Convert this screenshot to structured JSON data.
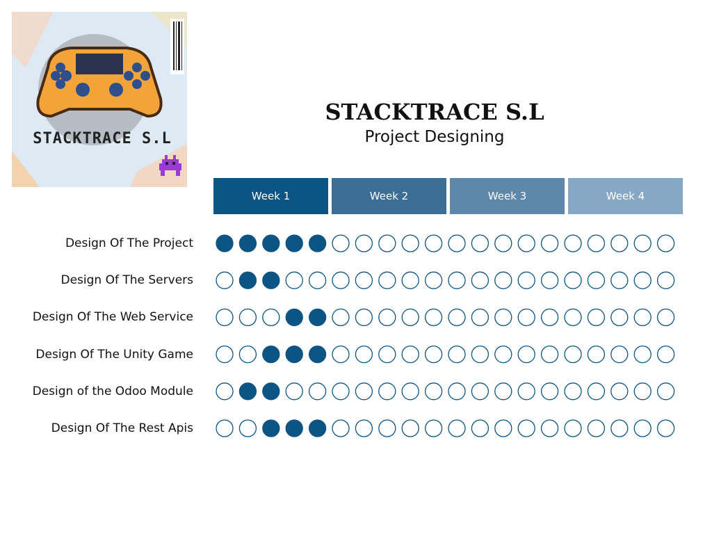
{
  "logo": {
    "text": "STACKTRACE S.L"
  },
  "header": {
    "title": "STACKTRACE S.L",
    "subtitle": "Project Designing"
  },
  "colors": {
    "filled": "#0b5484",
    "outline": "#0b5484",
    "weeks": [
      "#0b5484",
      "#3b6d95",
      "#5d87ab",
      "#87a8c4"
    ]
  },
  "chart_data": {
    "type": "table",
    "columns": [
      "Week 1",
      "Week 2",
      "Week 3",
      "Week 4"
    ],
    "slots_per_week": 5,
    "rows": [
      {
        "label": "Design Of The Project",
        "filled": [
          1,
          1,
          1,
          1,
          1,
          0,
          0,
          0,
          0,
          0,
          0,
          0,
          0,
          0,
          0,
          0,
          0,
          0,
          0,
          0
        ]
      },
      {
        "label": "Design Of The Servers",
        "filled": [
          0,
          1,
          1,
          0,
          0,
          0,
          0,
          0,
          0,
          0,
          0,
          0,
          0,
          0,
          0,
          0,
          0,
          0,
          0,
          0
        ]
      },
      {
        "label": "Design Of The Web Service",
        "filled": [
          0,
          0,
          0,
          1,
          1,
          0,
          0,
          0,
          0,
          0,
          0,
          0,
          0,
          0,
          0,
          0,
          0,
          0,
          0,
          0
        ]
      },
      {
        "label": "Design Of The Unity Game",
        "filled": [
          0,
          0,
          1,
          1,
          1,
          0,
          0,
          0,
          0,
          0,
          0,
          0,
          0,
          0,
          0,
          0,
          0,
          0,
          0,
          0
        ]
      },
      {
        "label": "Design of the Odoo Module",
        "filled": [
          0,
          1,
          1,
          0,
          0,
          0,
          0,
          0,
          0,
          0,
          0,
          0,
          0,
          0,
          0,
          0,
          0,
          0,
          0,
          0
        ]
      },
      {
        "label": "Design Of The Rest Apis",
        "filled": [
          0,
          0,
          1,
          1,
          1,
          0,
          0,
          0,
          0,
          0,
          0,
          0,
          0,
          0,
          0,
          0,
          0,
          0,
          0,
          0
        ]
      }
    ]
  }
}
